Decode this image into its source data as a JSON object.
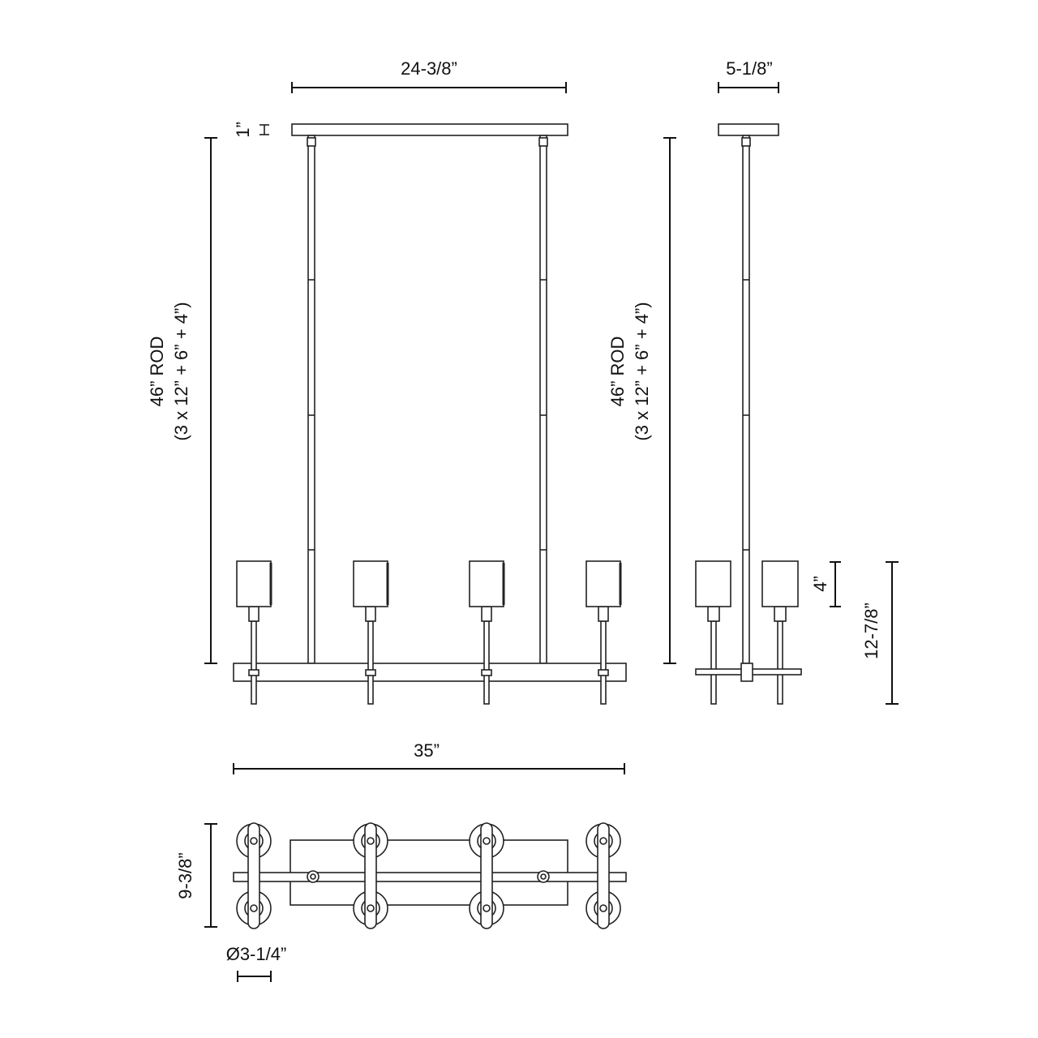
{
  "front_view": {
    "canopy_width": "24-3/8”",
    "canopy_height": "1”",
    "rod_length": "46” ROD",
    "rod_breakdown": "(3 x 12” + 6” + 4”)",
    "overall_width": "35”"
  },
  "side_view": {
    "canopy_width": "5-1/8”",
    "rod_length": "46” ROD",
    "rod_breakdown": "(3 x 12” + 6” + 4”)",
    "shade_height": "4”",
    "body_height": "12-7/8”"
  },
  "top_view": {
    "depth": "9-3/8”",
    "shade_diameter": "Ø3-1/4”"
  },
  "line_color": "#222222"
}
